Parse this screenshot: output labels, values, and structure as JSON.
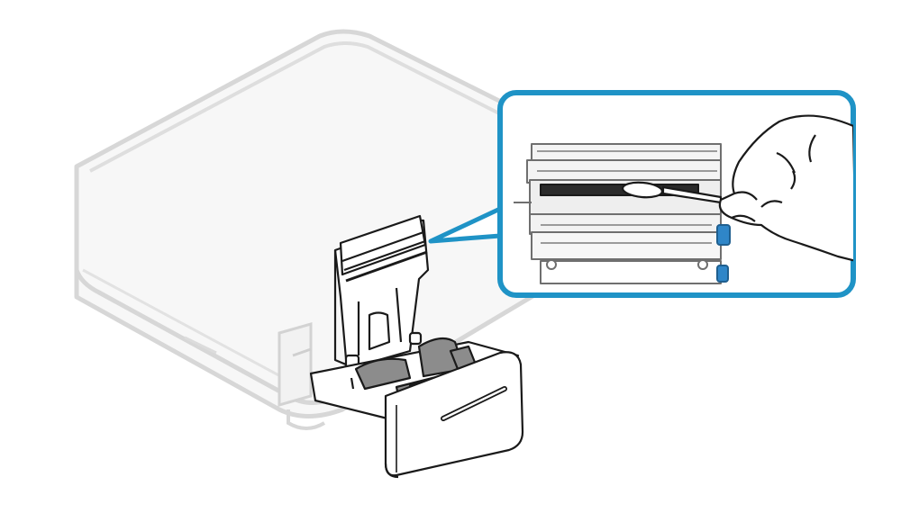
{
  "illustration": {
    "subject": "printer-head-cleaning",
    "colors": {
      "outline": "#1a1a1a",
      "ghost_body": "#d7d7d7",
      "ghost_fill": "#f7f7f7",
      "callout_border": "#1f93c6",
      "accent_blue": "#2f86c8",
      "mechanism_gray": "#8c8c8c",
      "dark_head": "#2b2b2b"
    },
    "icons": [
      "printer-body",
      "open-cover",
      "paper-tray",
      "thermal-head",
      "cotton-swab",
      "hand"
    ]
  }
}
